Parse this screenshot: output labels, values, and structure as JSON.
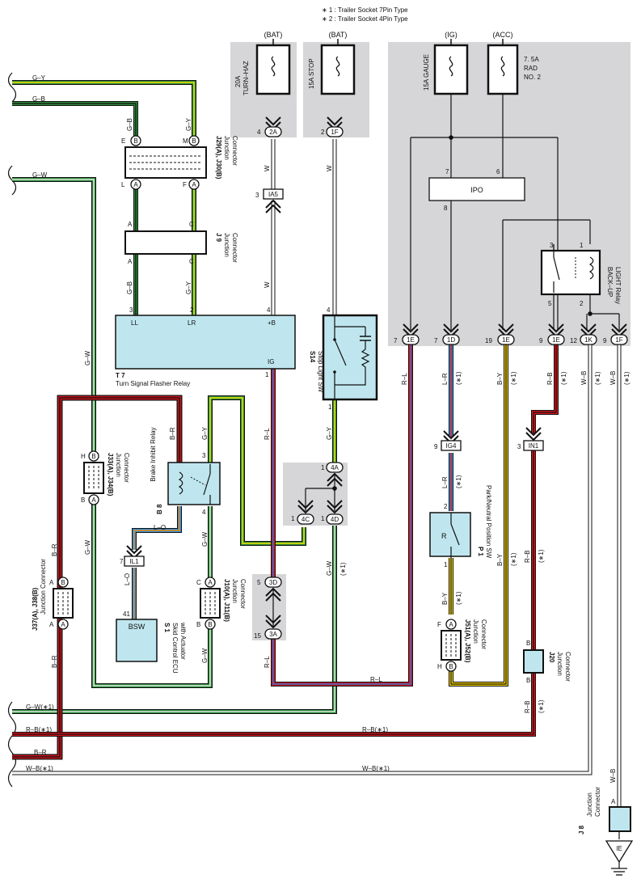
{
  "notes": [
    "∗ 1 : Trailer Socket 7Pin Type",
    "∗ 2 : Trailer Socket 4Pin Type"
  ],
  "sources": {
    "bat1": "(BAT)",
    "bat2": "(BAT)",
    "ig": "(IG)",
    "acc": "(ACC)"
  },
  "fuses": {
    "turn_haz": [
      "20A",
      "TURN–HAZ"
    ],
    "stop": "15A STOP",
    "gauge": "15A GAUGE",
    "rad": [
      "7. 5A",
      "RAD",
      "NO. 2"
    ]
  },
  "left_wires": {
    "gy": "G–Y",
    "gb": "G–B",
    "gw": "G–W",
    "gw1": "G–W(∗1)",
    "rb1": "R–B(∗1)",
    "br": "B–R",
    "wb1": "W–B(∗1)"
  },
  "right_wires": {
    "rb1": "R–B(∗1)",
    "wb1": "W–B(∗1)",
    "rl": "R–L"
  },
  "wire_labels": {
    "gb": "G–B",
    "gy": "G–Y",
    "w": "W",
    "gw": "G–W",
    "br": "B–R",
    "rl": "R–L",
    "lo": "L–O",
    "lr": "L–R",
    "by": "B–Y",
    "rb": "R–B",
    "wb": "W–B",
    "star1": "(∗1)"
  },
  "connectors": {
    "c2a": "2A",
    "c1f_top": "1F",
    "ia5": "IA5",
    "c4a": "4A",
    "c4c": "4C",
    "c4d": "4D",
    "c3d": "3D",
    "c3a": "3A",
    "il1": "IL1",
    "ig4": "IG4",
    "in1": "IN1",
    "c1e_1": "1E",
    "c1d": "1D",
    "c1e_2": "1E",
    "c1e_3": "1E",
    "c1k": "1K",
    "c1f": "1F",
    "ie": "IE",
    "bsw": "BSW",
    "ipo": "IPO",
    "jl": "A",
    "jr": "B"
  },
  "pins": {
    "p4": "4",
    "p2": "2",
    "p3": "3",
    "p1": "1",
    "p5": "5",
    "p6": "6",
    "p7": "7",
    "p8": "8",
    "p9": "9",
    "p12": "12",
    "p15": "15",
    "p19": "19",
    "p41": "41",
    "E": "E",
    "M": "M",
    "L": "L",
    "F": "F",
    "A": "A",
    "C": "C",
    "H": "H",
    "B": "B",
    "R": "R"
  },
  "components": {
    "j29": [
      "J29(A), J30(B)",
      "Junction",
      "Connector"
    ],
    "j9": [
      "J 9",
      "Junction",
      "Connector"
    ],
    "t7": [
      "T 7",
      "Turn Signal Flasher Relay"
    ],
    "t7_pins": {
      "ll": "LL",
      "lr": "LR",
      "b": "+B",
      "ig": "IG"
    },
    "s14": [
      "S14",
      "Stop Light SW"
    ],
    "b8": [
      "B 8",
      "Brake Inhibit Relay"
    ],
    "j33": [
      "J33(A), J34(B)",
      "Junction",
      "Connector"
    ],
    "j37": [
      "J37(A), J38(B)",
      "Junction Connector"
    ],
    "j10": [
      "J10(A), J11(B)",
      "Junction",
      "Connector"
    ],
    "s1": [
      "S 1",
      "Skid Control ECU",
      "with Actuator"
    ],
    "p1": [
      "P 1",
      "Park/Neutral Position SW"
    ],
    "j51": [
      "J51(A), J52(B)",
      "Junction",
      "Connector"
    ],
    "j20": [
      "J20",
      "Junction",
      "Connector"
    ],
    "j8": [
      "J 8",
      "Junction",
      "Connector"
    ],
    "backup": [
      "BACK–UP",
      "LIGHT Relay"
    ]
  }
}
